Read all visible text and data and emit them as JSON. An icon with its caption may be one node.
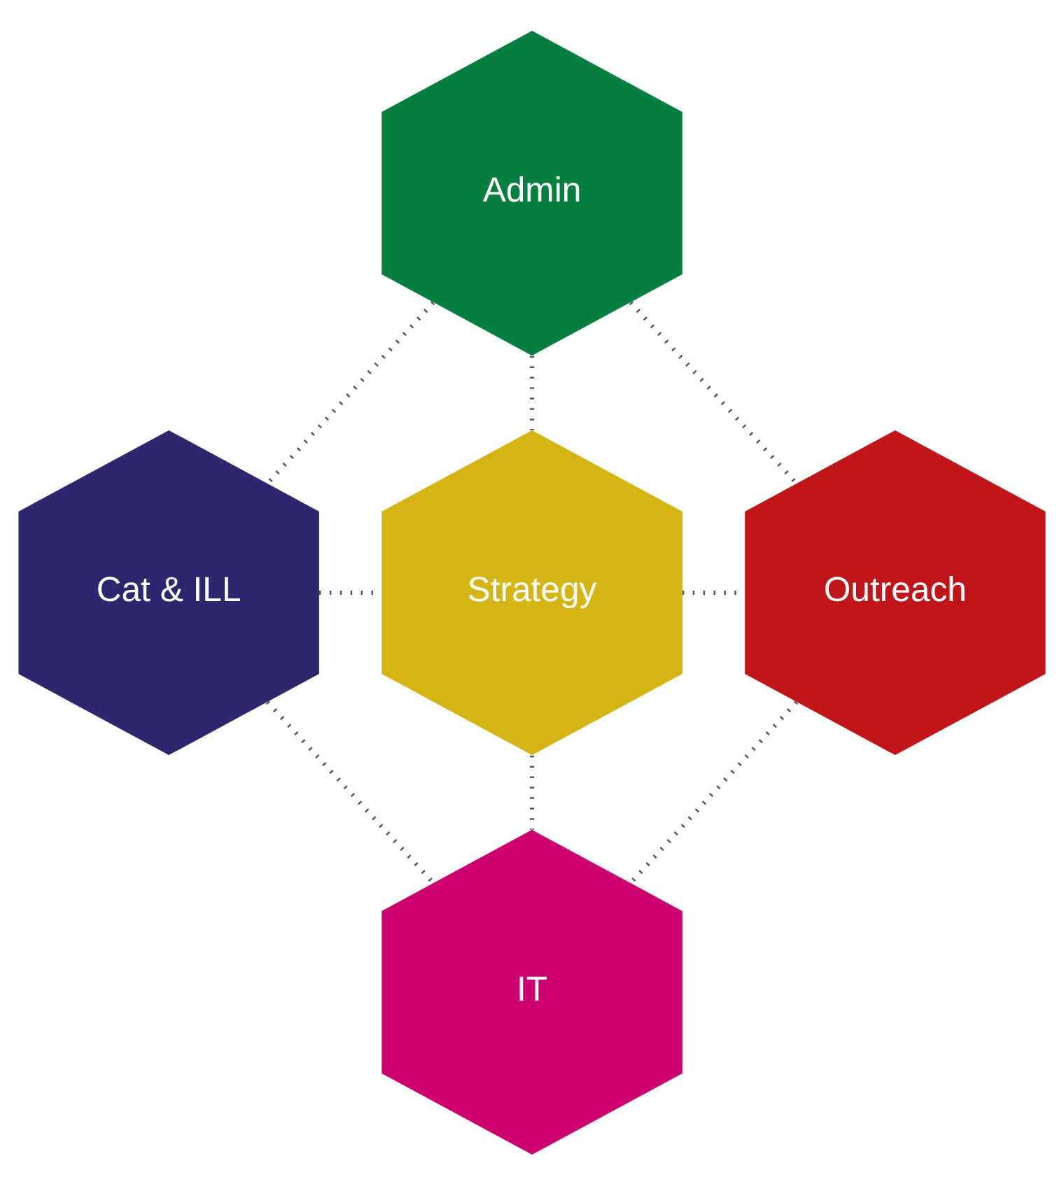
{
  "diagram": {
    "nodes": [
      {
        "text": [
          "Admin"
        ]
      },
      {
        "text": [
          "Cat & ILL"
        ]
      },
      {
        "text": [
          "Strategy"
        ]
      },
      {
        "text": [
          "Outreach"
        ]
      },
      {
        "text": [
          "IT"
        ]
      }
    ],
    "edges": [
      {
        "from": 0,
        "to": 1,
        "arrow": "none",
        "style": "dashed"
      },
      {
        "from": 0,
        "to": 2,
        "arrow": "none",
        "style": "dashed"
      },
      {
        "from": 0,
        "to": 3,
        "arrow": "none",
        "style": "dashed"
      },
      {
        "from": 1,
        "to": 2,
        "arrow": "none",
        "style": "dashed"
      },
      {
        "from": 2,
        "to": 3,
        "arrow": "none",
        "style": "dashed"
      },
      {
        "from": 1,
        "to": 4,
        "arrow": "none",
        "style": "dashed"
      },
      {
        "from": 2,
        "to": 4,
        "arrow": "none",
        "style": "dashed"
      },
      {
        "from": 3,
        "to": 4,
        "arrow": "none",
        "style": "dashed"
      }
    ]
  }
}
